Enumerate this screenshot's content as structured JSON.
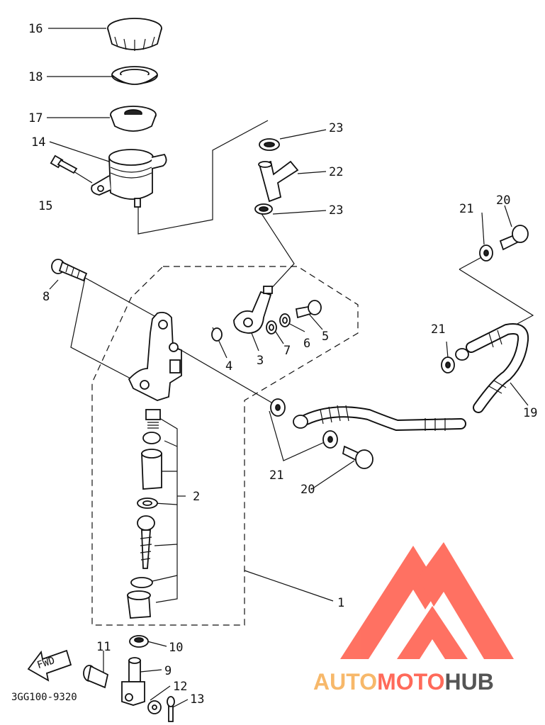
{
  "diagram_code": "3GG100-9320",
  "fwd_label": "FWD",
  "watermark": {
    "part1": "AUTO",
    "part2": "MOTO",
    "part3": "HUB",
    "color1": "#f7b86a",
    "color2": "#ff6a5a",
    "color3": "#555555"
  },
  "callouts": {
    "c16": "16",
    "c18": "18",
    "c17": "17",
    "c14": "14",
    "c15": "15",
    "c23a": "23",
    "c22": "22",
    "c23b": "23",
    "c21a": "21",
    "c20a": "20",
    "c8": "8",
    "c4": "4",
    "c3": "3",
    "c7": "7",
    "c6": "6",
    "c5": "5",
    "c21b": "21",
    "c19": "19",
    "c2": "2",
    "c21c": "21",
    "c20b": "20",
    "c1": "1",
    "c11": "11",
    "c10": "10",
    "c9": "9",
    "c12": "12",
    "c13": "13"
  }
}
